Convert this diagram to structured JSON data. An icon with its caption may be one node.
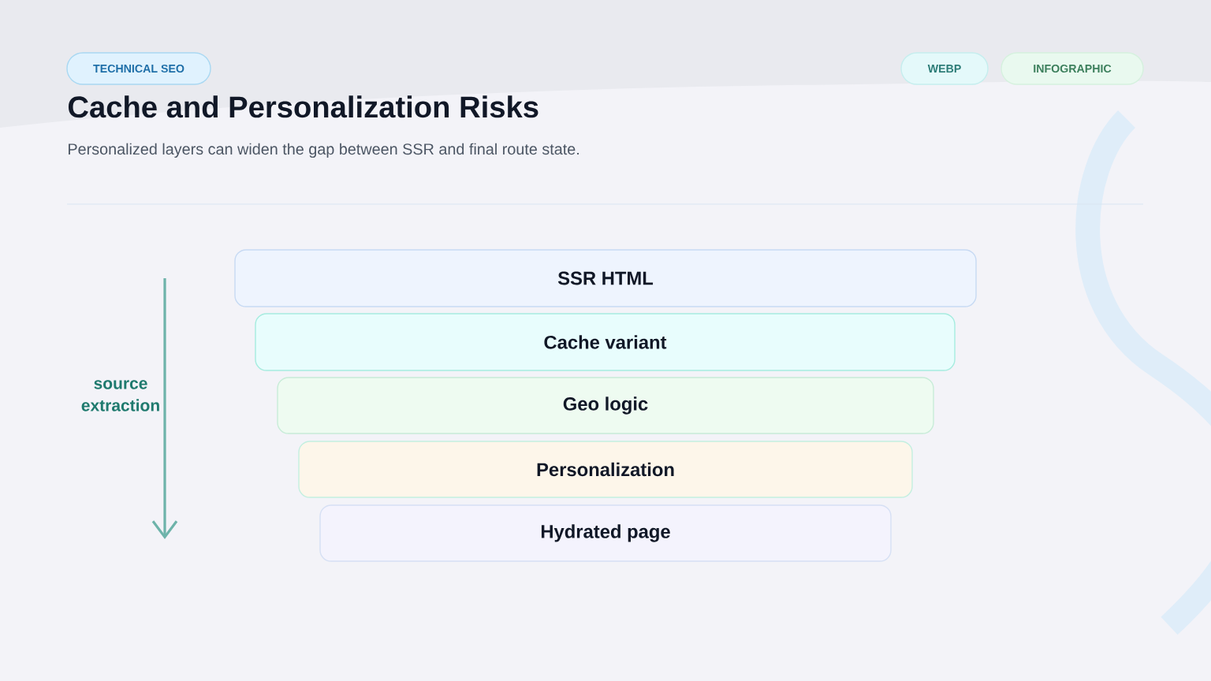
{
  "diagram": {
    "title": "Cache and Personalization Risks",
    "nodes": [
      {
        "text": [
          "TECHNICAL SEO"
        ]
      },
      {
        "text": [
          "WEBP"
        ]
      },
      {
        "text": [
          "INFOGRAPHIC"
        ]
      },
      {
        "text": [
          "SSR HTML"
        ]
      },
      {
        "text": [
          "Cache variant"
        ]
      },
      {
        "text": [
          "Geo logic"
        ]
      },
      {
        "text": [
          "Personalization"
        ]
      },
      {
        "text": [
          "Hydrated page"
        ]
      }
    ],
    "labels": [
      "Personalized layers can widen the gap between SSR and final route state.",
      "source extraction"
    ]
  }
}
